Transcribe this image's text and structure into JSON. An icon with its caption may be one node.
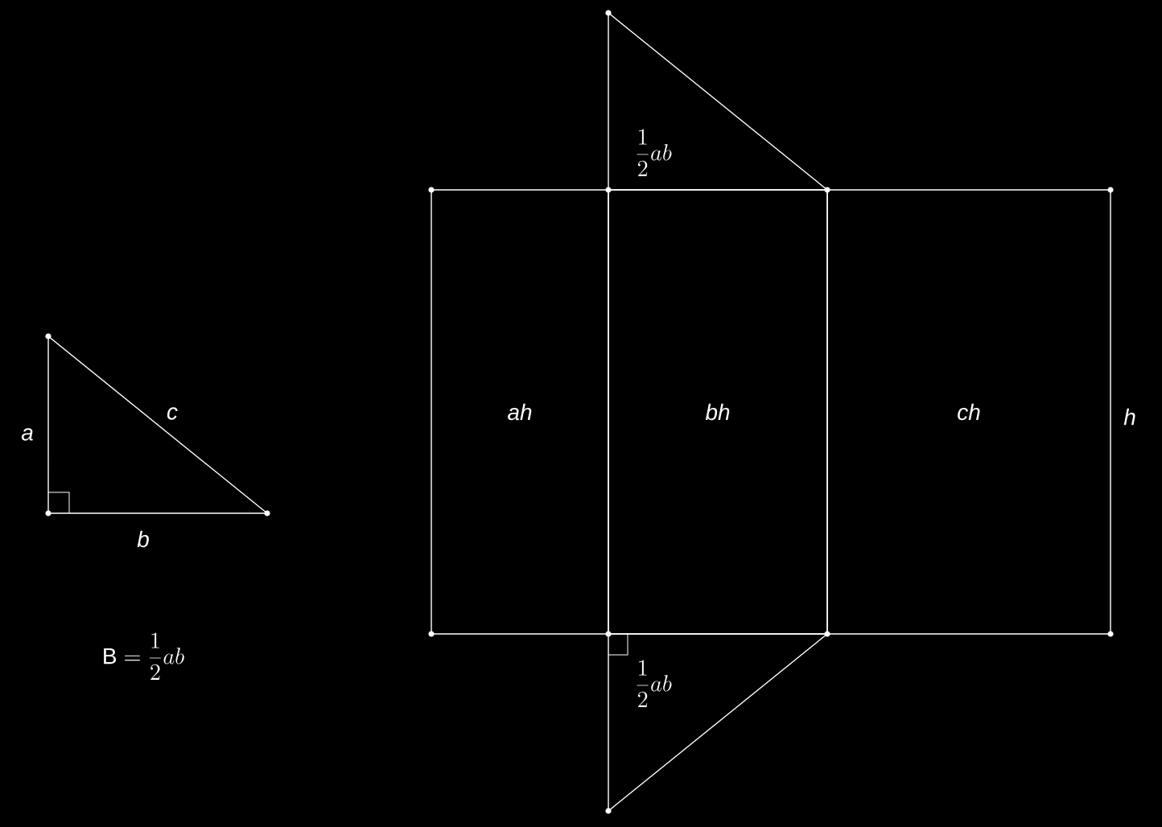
{
  "diagram": {
    "nodes": [
      {
        "text": [
          "\\frac{1}{2}ab"
        ]
      },
      {
        "text": [
          "ah"
        ]
      },
      {
        "text": [
          "bh"
        ]
      },
      {
        "text": [
          "ch"
        ],
        "beside": [
          "h"
        ]
      },
      {
        "text": [
          "\\frac{1}{2}ab"
        ]
      },
      {
        "text": [],
        "shape": "triangle",
        "beside": [
          "a",
          "c",
          "b"
        ]
      }
    ],
    "labels": [
      "\\mathrm{B} = \\frac{1}{2}ab"
    ]
  }
}
